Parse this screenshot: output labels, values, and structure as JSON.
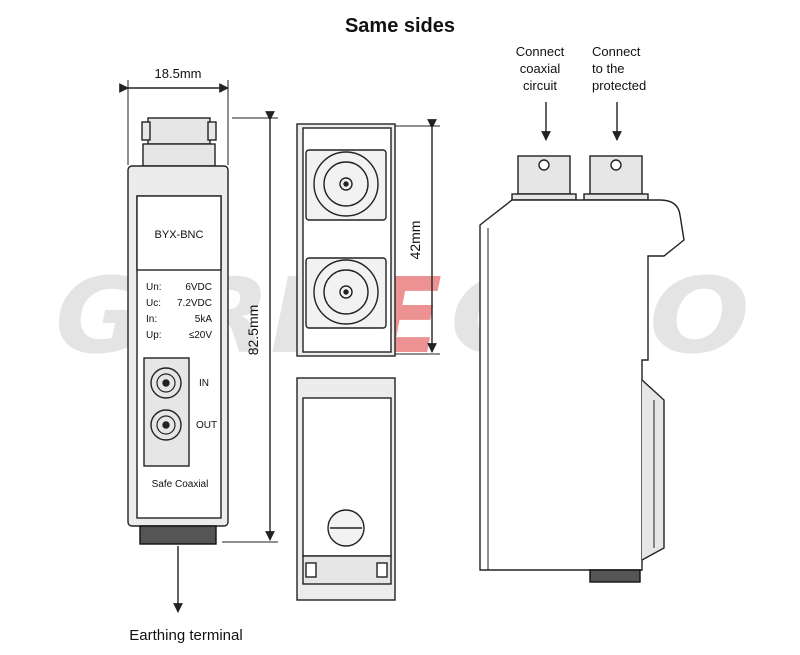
{
  "title": "Same sides",
  "watermark": {
    "left": "GIRE",
    "accent_char": "E",
    "right": "GOO"
  },
  "front_view": {
    "width_label": "18.5mm",
    "height_label": "82.5mm",
    "model": "BYX-BNC",
    "specs": [
      {
        "label": "Un:",
        "value": "6VDC"
      },
      {
        "label": "Uc:",
        "value": "7.2VDC"
      },
      {
        "label": "In:",
        "value": "5kA"
      },
      {
        "label": "Up:",
        "value": "≤20V"
      }
    ],
    "port_in": "IN",
    "port_out": "OUT",
    "brand": "Safe Coaxial",
    "earthing_label": "Earthing terminal"
  },
  "top_view": {
    "height_label": "42mm"
  },
  "side_view": {
    "connect_coaxial": [
      "Connect",
      "coaxial",
      "circuit"
    ],
    "connect_protected": [
      "Connect",
      "to the",
      "protected"
    ]
  },
  "colors": {
    "line": "#222222",
    "fill": "#e6e6e6",
    "watermark": "#cfcfcf",
    "accent": "#e03a3a"
  }
}
